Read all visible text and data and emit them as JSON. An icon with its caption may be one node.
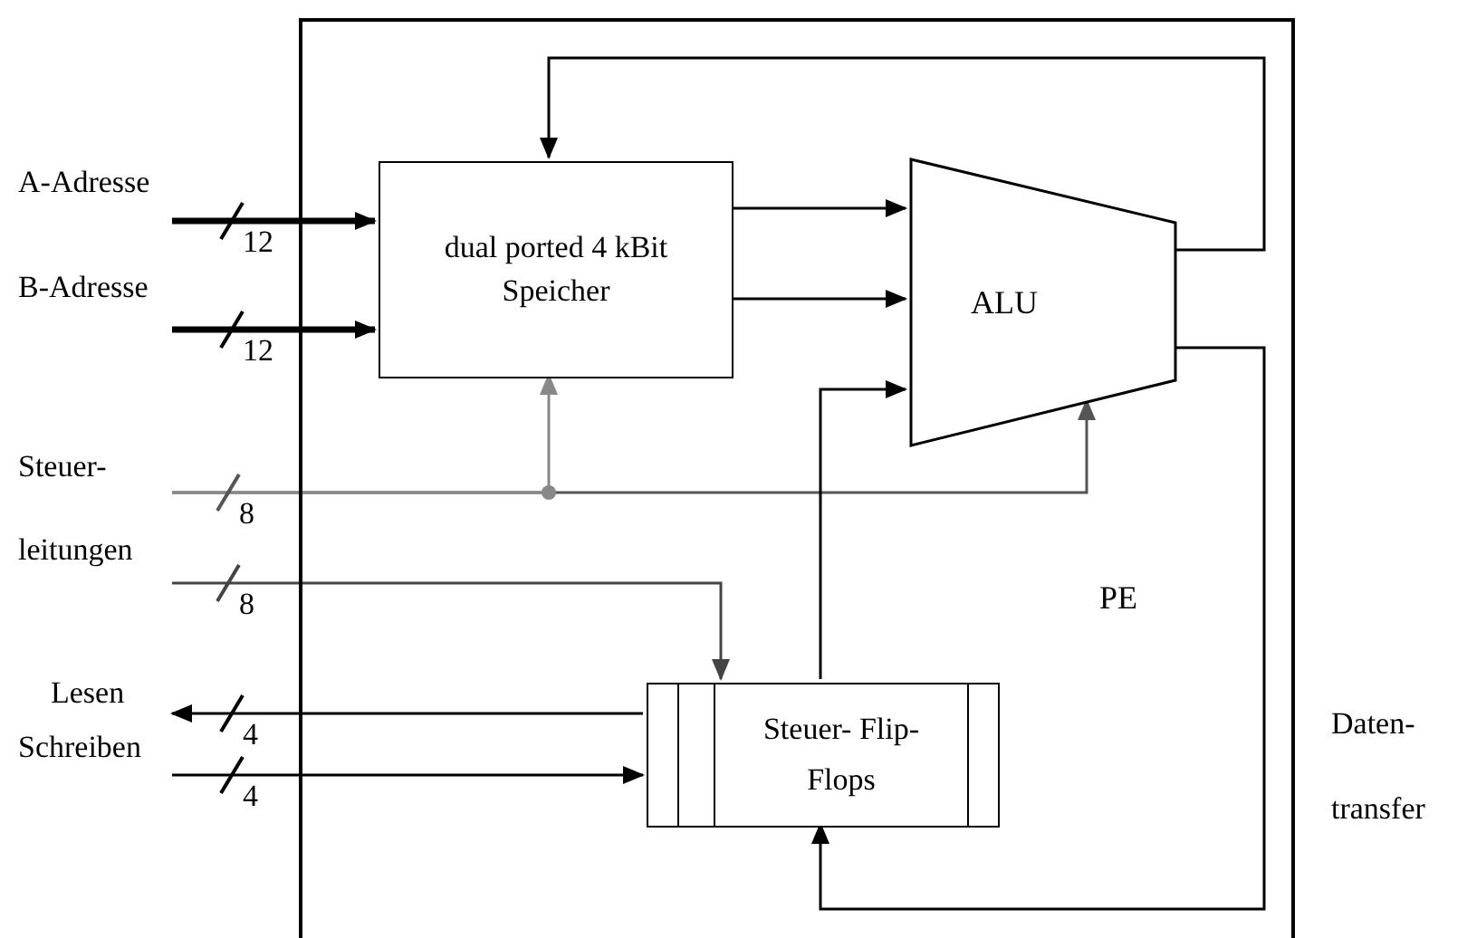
{
  "diagram": {
    "nodes": [
      {
        "text": [
          "PE"
        ]
      },
      {
        "text": [
          "dual ported 4 kBit Speicher"
        ],
        "in": 0
      },
      {
        "text": [
          "ALU"
        ],
        "in": 0
      },
      {
        "text": [
          "Steuer- Flip-Flops"
        ],
        "in": 0
      },
      {
        "text": [
          "A-Adresse"
        ]
      },
      {
        "text": [
          "B-Adresse"
        ]
      },
      {
        "text": [
          "Steuer- leitungen"
        ]
      },
      {
        "text": [
          "Lesen"
        ]
      },
      {
        "text": [
          "Schreiben"
        ]
      }
    ],
    "edges": [
      {
        "from": 4,
        "to": 1,
        "arrow": "to",
        "label": "12",
        "style": "thick"
      },
      {
        "from": 5,
        "to": 1,
        "arrow": "to",
        "label": "12",
        "style": "thick"
      },
      {
        "from": 6,
        "to": 2,
        "arrow": "to",
        "label": "8",
        "color": "#555555"
      },
      {
        "from": 6,
        "to": 1,
        "arrow": "to",
        "color": "#888888"
      },
      {
        "from": 6,
        "to": 3,
        "arrow": "to",
        "label": "8",
        "color": "#444444"
      },
      {
        "from": 3,
        "to": 7,
        "arrow": "to",
        "label": "4"
      },
      {
        "from": 8,
        "to": 3,
        "arrow": "to",
        "label": "4"
      },
      {
        "from": 1,
        "to": 2,
        "arrow": "to"
      },
      {
        "from": 1,
        "to": 2,
        "arrow": "to"
      },
      {
        "from": 3,
        "to": 2,
        "arrow": "to"
      },
      {
        "from": 2,
        "to": 1,
        "arrow": "to"
      },
      {
        "from": 2,
        "to": 3,
        "arrow": "to"
      }
    ],
    "labels": [
      "Daten- transfer"
    ]
  }
}
